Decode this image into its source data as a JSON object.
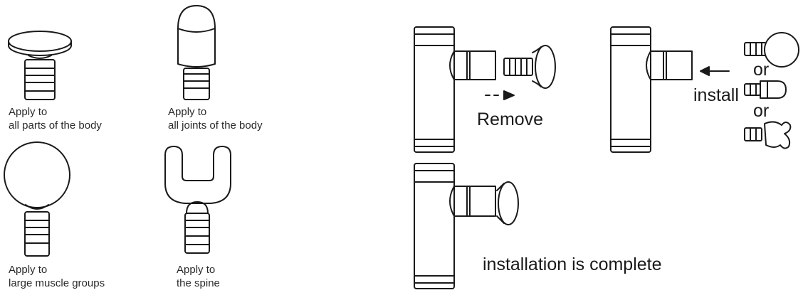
{
  "attachments": {
    "flat_head": {
      "line1": "Apply to",
      "line2": "all parts of the body"
    },
    "bullet_head": {
      "line1": "Apply to",
      "line2": "all joints of the body"
    },
    "ball_head": {
      "line1": "Apply to",
      "line2": "large muscle groups"
    },
    "fork_head": {
      "line1": "Apply to",
      "line2": "the spine"
    }
  },
  "steps": {
    "remove_label": "Remove",
    "install_label": "install",
    "or_1": "or",
    "or_2": "or",
    "complete_label": "installation is complete"
  },
  "colors": {
    "line": "#1a1a1a",
    "fill": "#ffffff"
  }
}
